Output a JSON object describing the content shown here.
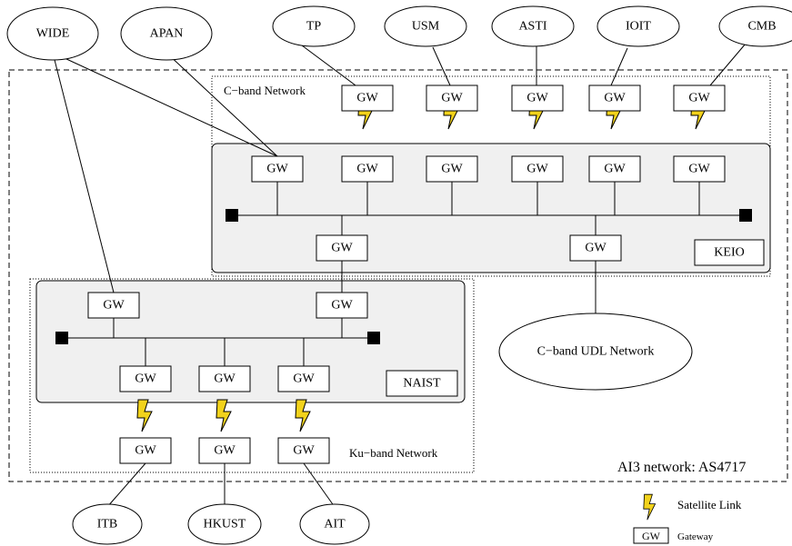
{
  "external_networks_top": [
    "WIDE",
    "APAN",
    "TP",
    "USM",
    "ASTI",
    "IOIT",
    "CMB"
  ],
  "external_networks_bottom": [
    "ITB",
    "HKUST",
    "AIT"
  ],
  "gateway_label": "GW",
  "regions": {
    "cband": "C−band Network",
    "kuband": "Ku−band Network",
    "keio": "KEIO",
    "naist": "NAIST",
    "udl": "C−band UDL Network",
    "ai3": "AI3 network: AS4717"
  },
  "legend": {
    "satellite_link": "Satellite Link",
    "gateway": "Gateway",
    "gateway_box": "GW"
  },
  "colors": {
    "satellite_bolt": "#f2d21b",
    "site_fill": "#f0f0f0"
  }
}
